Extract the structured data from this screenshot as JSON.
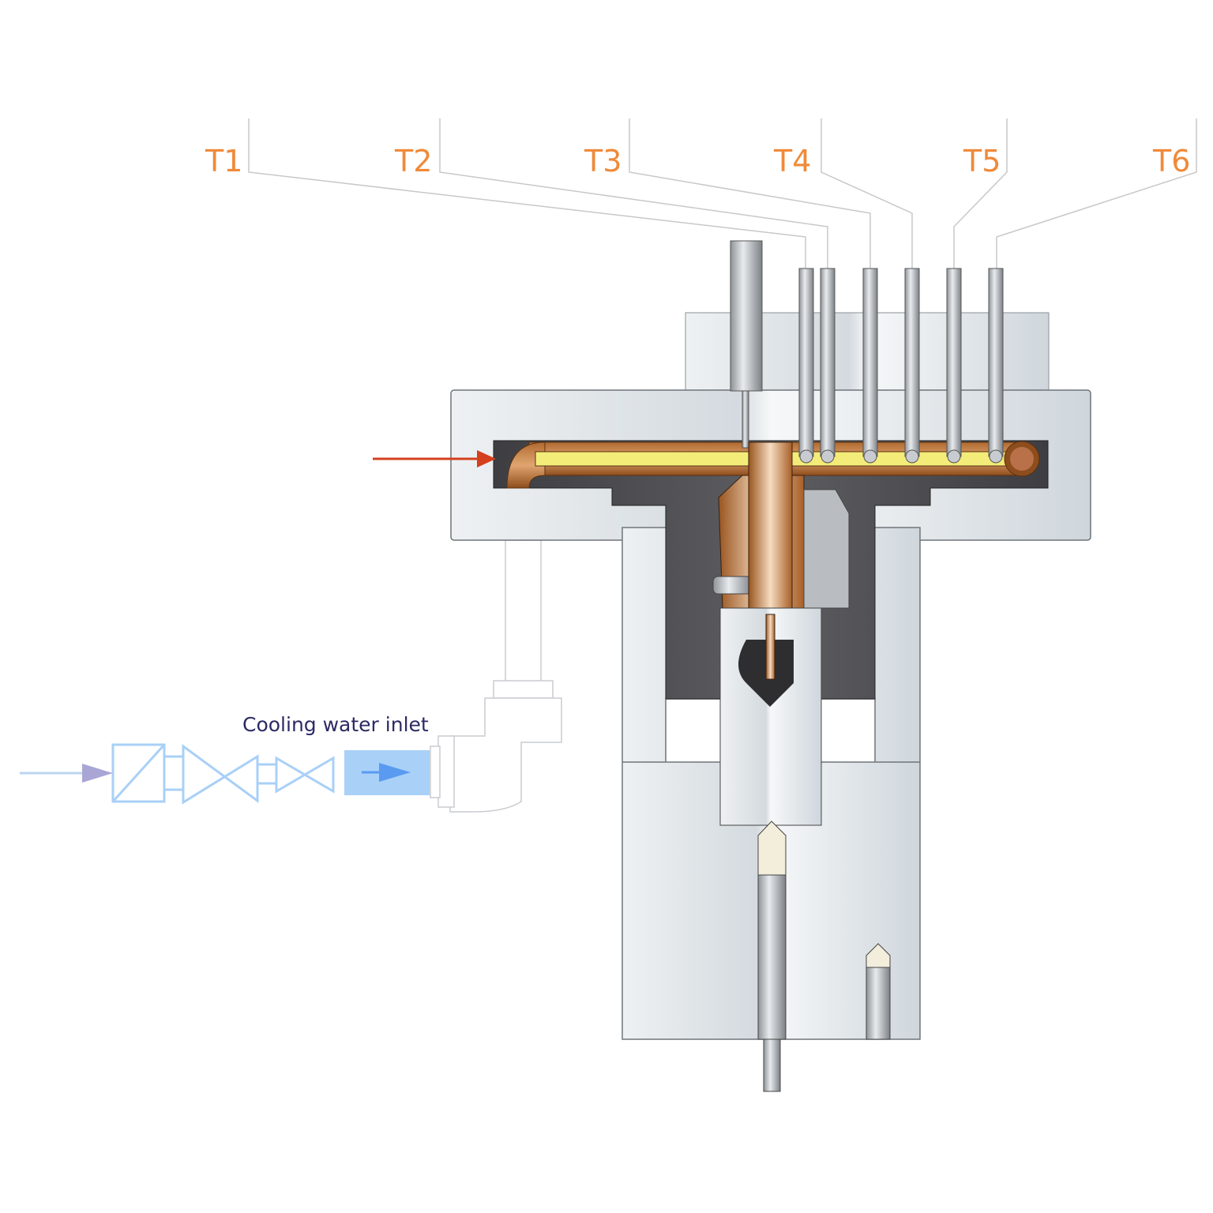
{
  "labels": {
    "sensors": [
      "T1",
      "T2",
      "T3",
      "T4",
      "T5",
      "T6"
    ],
    "cooling_water_inlet": "Cooling water inlet"
  },
  "colors": {
    "sensor_label": "#ef8a3a",
    "copper": "#c0783c",
    "fill_yellow": "#f4ec78",
    "steel_light": "#dfe4e8",
    "cavity_dark": "#4a4a4e",
    "inlet_arrow": "#d4401c",
    "water_blue": "#a9d0f7",
    "cooling_label": "#2c2a64"
  }
}
